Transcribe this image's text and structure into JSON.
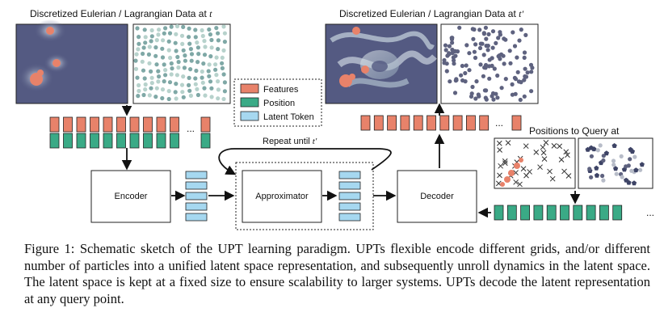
{
  "titles": {
    "input": "Discretized Eulerian / Lagrangian Data at",
    "input_var": "t",
    "output": "Discretized Eulerian / Lagrangian Data at",
    "output_var": "t′",
    "query": "Positions to Query at"
  },
  "legend": {
    "features": "Features",
    "position": "Position",
    "latent": "Latent Token"
  },
  "blocks": {
    "encoder": "Encoder",
    "approximator": "Approximator",
    "decoder": "Decoder"
  },
  "repeat": {
    "label": "Repeat until",
    "var": "t′"
  },
  "ellipsis": "...",
  "colors": {
    "feature": "#e8826a",
    "position": "#3aaa86",
    "latent": "#a6d8f0",
    "field_bg": "#545a82",
    "particle": "#7fa8a6",
    "particle_dark": "#5e627f"
  },
  "caption": "Figure 1: Schematic sketch of the UPT learning paradigm. UPTs flexible encode different grids, and/or different number of particles into a unified latent space representation, and subsequently unroll dynamics in the latent space. The latent space is kept at a fixed size to ensure scalability to larger systems. UPTs decode the latent representation at any query point."
}
